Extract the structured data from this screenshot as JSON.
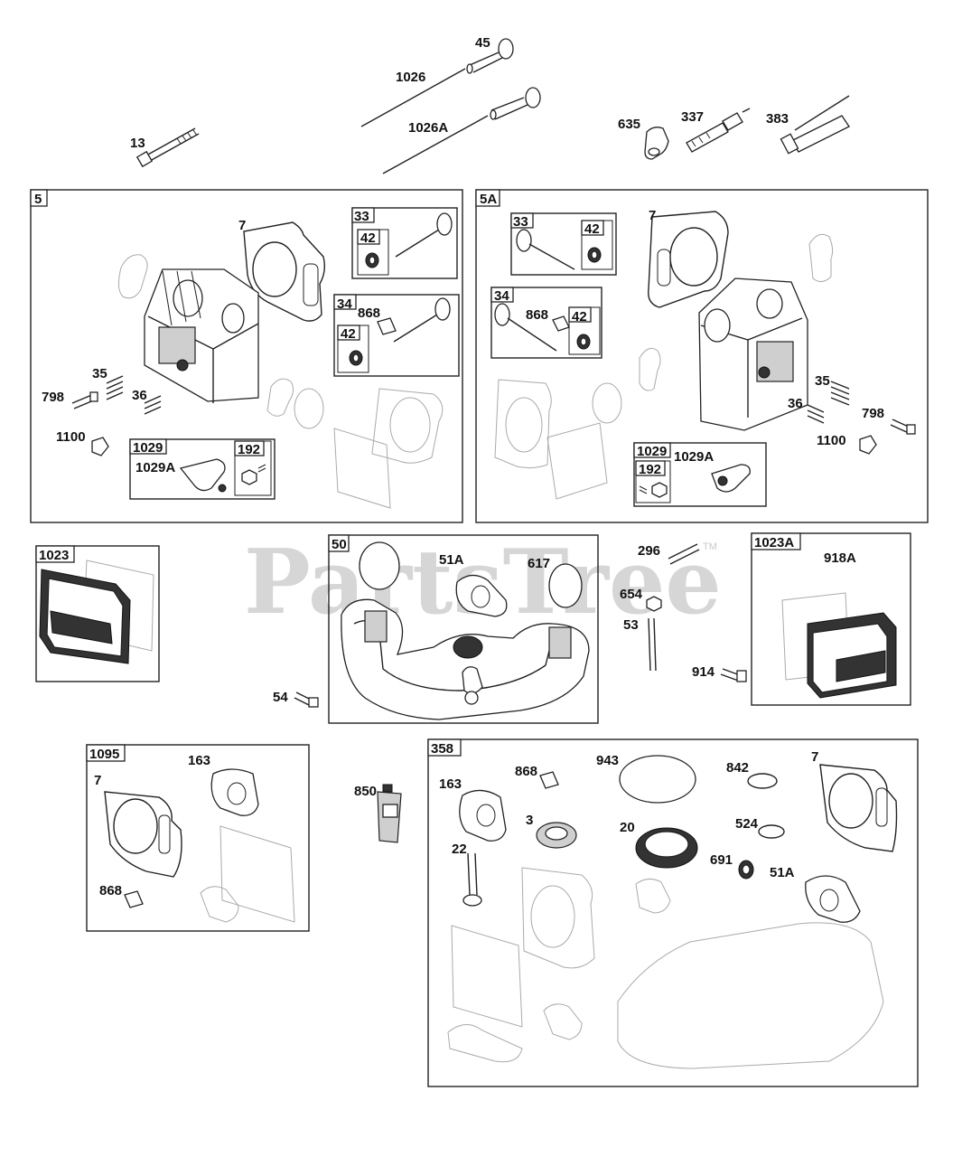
{
  "watermark": {
    "text": "PartsTree",
    "tm": "TM"
  },
  "loose_top": {
    "p45": "45",
    "p1026": "1026",
    "p1026a": "1026A",
    "p13": "13",
    "p635": "635",
    "p337": "337",
    "p383": "383"
  },
  "box5": {
    "tag": "5",
    "p7": "7",
    "p35": "35",
    "p36": "36",
    "p798": "798",
    "p1100": "1100",
    "sub33": {
      "tag": "33",
      "tag42": "42"
    },
    "sub34": {
      "tag": "34",
      "p868": "868",
      "tag42": "42"
    },
    "sub1029": {
      "tag": "1029",
      "p1029a": "1029A",
      "tag192": "192"
    }
  },
  "box5a": {
    "tag": "5A",
    "p7": "7",
    "p35": "35",
    "p36": "36",
    "p798": "798",
    "p1100": "1100",
    "sub33": {
      "tag": "33",
      "tag42": "42"
    },
    "sub34": {
      "tag": "34",
      "p868": "868",
      "tag42": "42"
    },
    "sub1029": {
      "tag": "1029",
      "p1029a": "1029A",
      "tag192": "192"
    }
  },
  "box1023": {
    "tag": "1023"
  },
  "box50": {
    "tag": "50",
    "p51a": "51A",
    "p617": "617"
  },
  "mid_loose": {
    "p54": "54",
    "p296": "296",
    "p654": "654",
    "p53": "53",
    "p914": "914"
  },
  "box1023a": {
    "tag": "1023A",
    "p918a": "918A"
  },
  "box1095": {
    "tag": "1095",
    "p7": "7",
    "p163": "163",
    "p868": "868"
  },
  "p850": "850",
  "box358": {
    "tag": "358",
    "p163": "163",
    "p868": "868",
    "p943": "943",
    "p842": "842",
    "p7": "7",
    "p3": "3",
    "p20": "20",
    "p524": "524",
    "p22": "22",
    "p691": "691",
    "p51a": "51A"
  },
  "icons": [
    "bolt-icon",
    "pushrod-icon",
    "valve-icon",
    "spark-plug-icon",
    "spark-plug-boot-icon",
    "spring-icon",
    "gasket-icon",
    "cylinder-head-icon",
    "valve-cover-icon",
    "intake-manifold-icon",
    "seal-icon",
    "sealant-tube-icon",
    "rocker-arm-icon"
  ]
}
